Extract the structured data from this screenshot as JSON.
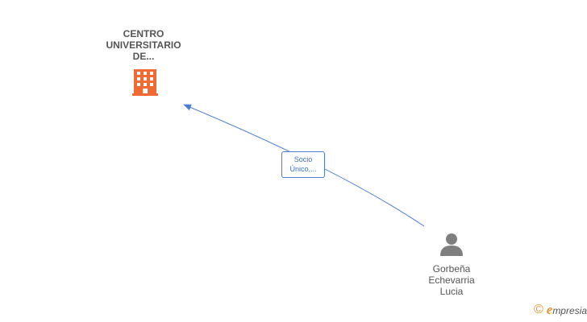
{
  "company": {
    "name_lines": [
      "CENTRO",
      "UNIVERSITARIO",
      "DE..."
    ],
    "icon": "building-icon",
    "color": "#f26a33"
  },
  "person": {
    "name_lines": [
      "Gorbeña",
      "Echevarria",
      "Lucia"
    ],
    "icon": "person-icon",
    "color": "#7f7f7f"
  },
  "relation": {
    "label_lines": [
      "Socio",
      "Único,..."
    ],
    "color": "#4a7fd4"
  },
  "footer": {
    "copyright_symbol": "©",
    "brand_first_letter": "e",
    "brand_rest": "mpresia",
    "brand_color": "#e8912b"
  }
}
